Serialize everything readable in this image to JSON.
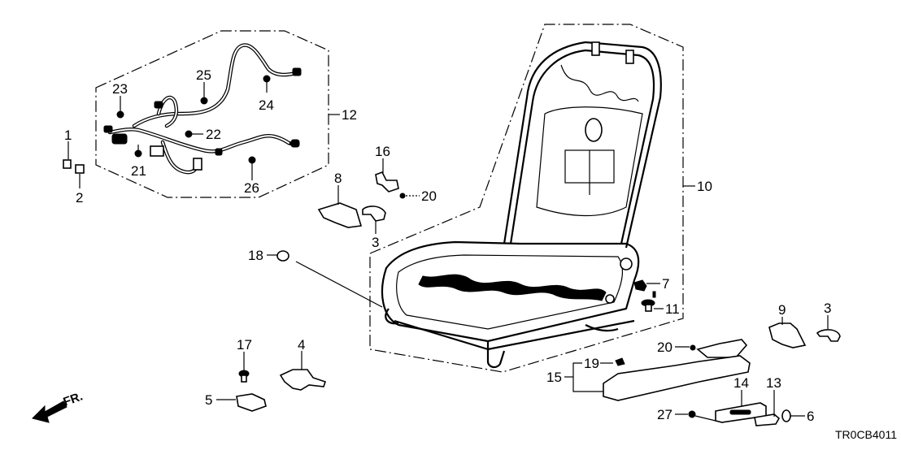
{
  "diagram": {
    "title": "Front Seat Components",
    "diagram_code": "TR0CB4011",
    "direction_indicator": "FR.",
    "callouts": [
      {
        "id": "c1",
        "label": "1"
      },
      {
        "id": "c2",
        "label": "2"
      },
      {
        "id": "c3a",
        "label": "3"
      },
      {
        "id": "c3b",
        "label": "3"
      },
      {
        "id": "c4",
        "label": "4"
      },
      {
        "id": "c5",
        "label": "5"
      },
      {
        "id": "c6",
        "label": "6"
      },
      {
        "id": "c7",
        "label": "7"
      },
      {
        "id": "c8",
        "label": "8"
      },
      {
        "id": "c9",
        "label": "9"
      },
      {
        "id": "c10",
        "label": "10"
      },
      {
        "id": "c11",
        "label": "11"
      },
      {
        "id": "c12",
        "label": "12"
      },
      {
        "id": "c13",
        "label": "13"
      },
      {
        "id": "c14",
        "label": "14"
      },
      {
        "id": "c15",
        "label": "15"
      },
      {
        "id": "c16",
        "label": "16"
      },
      {
        "id": "c17",
        "label": "17"
      },
      {
        "id": "c18",
        "label": "18"
      },
      {
        "id": "c19",
        "label": "19"
      },
      {
        "id": "c20a",
        "label": "20"
      },
      {
        "id": "c20b",
        "label": "20"
      },
      {
        "id": "c21",
        "label": "21"
      },
      {
        "id": "c22",
        "label": "22"
      },
      {
        "id": "c23",
        "label": "23"
      },
      {
        "id": "c24",
        "label": "24"
      },
      {
        "id": "c25",
        "label": "25"
      },
      {
        "id": "c26",
        "label": "26"
      },
      {
        "id": "c27",
        "label": "27"
      }
    ]
  }
}
